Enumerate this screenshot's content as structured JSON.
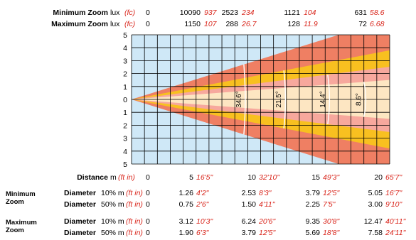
{
  "colors": {
    "grid_bg": "#cfe8f7",
    "grid_line": "#000000",
    "outer_zoom": "#ef7f63",
    "inner_band": "#f8c020",
    "max_zoom_edge": "#f7a89d",
    "core": "#fde6c2",
    "red_text": "#d9261c"
  },
  "header": {
    "rows": [
      {
        "label": "Minimum Zoom",
        "unit": "lux",
        "unit_fc": "(fc)",
        "zero": "0",
        "values": [
          {
            "lux": "10090",
            "fc": "937"
          },
          {
            "lux": "2523",
            "fc": "234"
          },
          {
            "lux": "1121",
            "fc": "104"
          },
          {
            "lux": "631",
            "fc": "58.6"
          }
        ]
      },
      {
        "label": "Maximum Zoom",
        "unit": "lux",
        "unit_fc": "(fc)",
        "zero": "0",
        "values": [
          {
            "lux": "1150",
            "fc": "107"
          },
          {
            "lux": "288",
            "fc": "26.7"
          },
          {
            "lux": "128",
            "fc": "11.9"
          },
          {
            "lux": "72",
            "fc": "6.68"
          }
        ]
      }
    ]
  },
  "chart_data": {
    "type": "beam-diagram",
    "y_ticks": [
      "5",
      "4",
      "3",
      "2",
      "1",
      "0",
      "1",
      "2",
      "3",
      "4",
      "5"
    ],
    "ylim": [
      -5,
      5
    ],
    "xlim": [
      0,
      20
    ],
    "beam_angles_deg": [
      34.6,
      21.5,
      14.4,
      8.6
    ],
    "angle_labels": [
      "34.6°",
      "21.5°",
      "14.4°",
      "8.6°"
    ],
    "angle_marker_distance_m": [
      8.7,
      11.8,
      15.2,
      18.0
    ]
  },
  "distance": {
    "label": "Distance",
    "unit": "m",
    "unit_ft": "(ft in)",
    "zero": "0",
    "values": [
      {
        "m": "5",
        "ft": "16'5\""
      },
      {
        "m": "10",
        "ft": "32'10\""
      },
      {
        "m": "15",
        "ft": "49'3\""
      },
      {
        "m": "20",
        "ft": "65'7\""
      }
    ]
  },
  "diameters": {
    "groups": [
      {
        "side_label_line1": "Minimum",
        "side_label_line2": "Zoom",
        "rows": [
          {
            "label": "Diameter",
            "pct": "10% m",
            "unit_ft": "(ft in)",
            "zero": "0",
            "values": [
              {
                "m": "1.26",
                "ft": "4'2\""
              },
              {
                "m": "2.53",
                "ft": "8'3\""
              },
              {
                "m": "3.79",
                "ft": "12'5\""
              },
              {
                "m": "5.05",
                "ft": "16'7\""
              }
            ]
          },
          {
            "label": "Diameter",
            "pct": "50% m",
            "unit_ft": "(ft in)",
            "zero": "0",
            "values": [
              {
                "m": "0.75",
                "ft": "2'6\""
              },
              {
                "m": "1.50",
                "ft": "4'11\""
              },
              {
                "m": "2.25",
                "ft": "7'5\""
              },
              {
                "m": "3.00",
                "ft": "9'10\""
              }
            ]
          }
        ]
      },
      {
        "side_label_line1": "Maximum",
        "side_label_line2": "Zoom",
        "rows": [
          {
            "label": "Diameter",
            "pct": "10% m",
            "unit_ft": "(ft in)",
            "zero": "0",
            "values": [
              {
                "m": "3.12",
                "ft": "10'3\""
              },
              {
                "m": "6.24",
                "ft": "20'6\""
              },
              {
                "m": "9.35",
                "ft": "30'8\""
              },
              {
                "m": "12.47",
                "ft": "40'11\""
              }
            ]
          },
          {
            "label": "Diameter",
            "pct": "50% m",
            "unit_ft": "(ft in)",
            "zero": "0",
            "values": [
              {
                "m": "1.90",
                "ft": "6'3\""
              },
              {
                "m": "3.79",
                "ft": "12'5\""
              },
              {
                "m": "5.69",
                "ft": "18'8\""
              },
              {
                "m": "7.58",
                "ft": "24'11\""
              }
            ]
          }
        ]
      }
    ]
  }
}
